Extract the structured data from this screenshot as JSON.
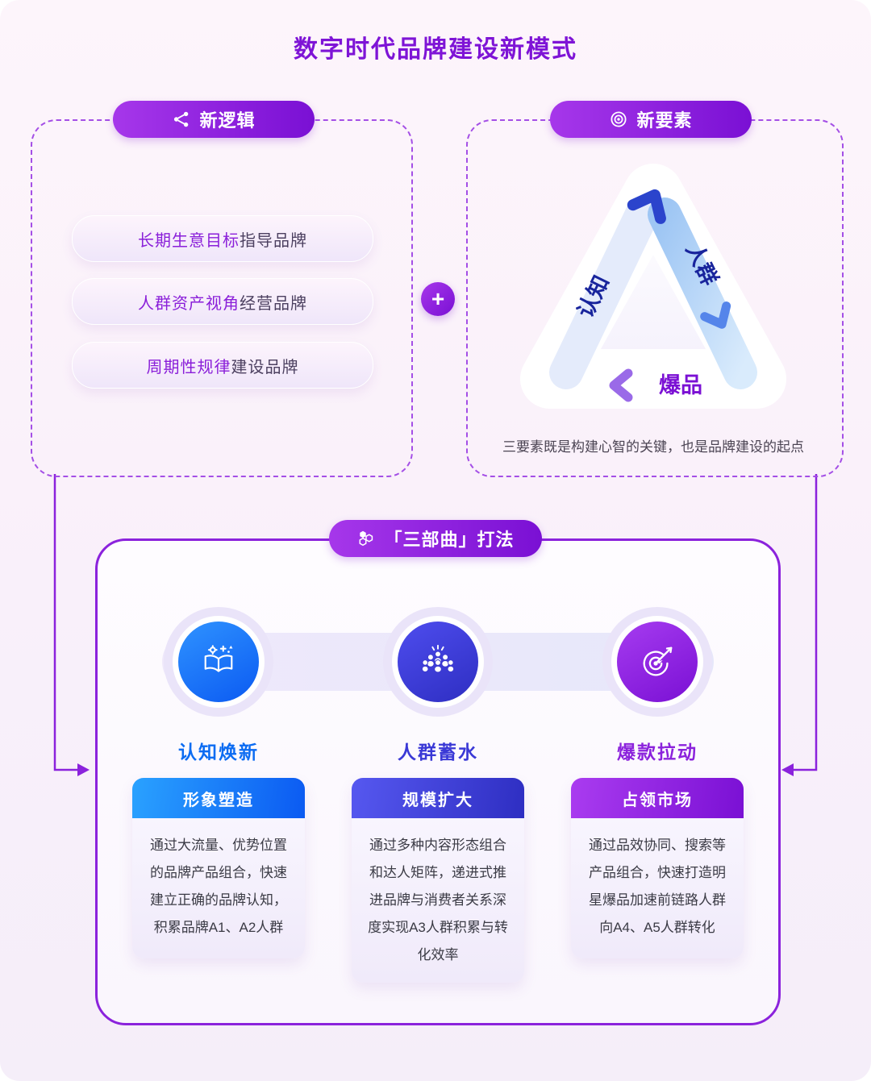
{
  "page": {
    "title": "数字时代品牌建设新模式"
  },
  "new_logic": {
    "header": "新逻辑",
    "items": [
      {
        "highlight": "长期生意目标",
        "rest": "指导品牌"
      },
      {
        "highlight": "人群资产视角",
        "rest": "经营品牌"
      },
      {
        "highlight": "周期性规律",
        "rest": "建设品牌"
      }
    ]
  },
  "plus": {
    "label": "+"
  },
  "new_elements": {
    "header": "新要素",
    "triangle_labels": [
      "认知",
      "人群",
      "爆品"
    ],
    "caption": "三要素既是构建心智的关键，也是品牌建设的起点"
  },
  "trilogy": {
    "header": "「三部曲」打法",
    "steps": [
      {
        "label": "认知焕新",
        "card_title": "形象塑造",
        "card_body": "通过大流量、优势位置的品牌产品组合，快速建立正确的品牌认知，积累品牌A1、A2人群",
        "accent": "#0c6cf2"
      },
      {
        "label": "人群蓄水",
        "card_title": "规模扩大",
        "card_body": "通过多种内容形态组合和达人矩阵，递进式推进品牌与消费者关系深度实现A3人群积累与转化效率",
        "accent": "#3a39d6"
      },
      {
        "label": "爆款拉动",
        "card_title": "占领市场",
        "card_body": "通过品效协同、搜索等产品组合，快速打造明星爆品加速前链路人群向A4、A5人群转化",
        "accent": "#8b22dc"
      }
    ]
  },
  "icons": {
    "new_logic_header": "share-nodes-icon",
    "new_elements_header": "target-icon",
    "trilogy_header": "honeycomb-icon",
    "step_1": "book-sparkle-icon",
    "step_2": "crowd-icon",
    "step_3": "dart-target-icon"
  },
  "colors": {
    "accent_purple": "#8b22dc",
    "step_blue": "#0c6cf2",
    "step_indigo": "#3a39d6",
    "triangle_navy": "#18249c",
    "triangle_light_blue": "#bdd9f8",
    "triangle_lavender": "#cdb9ef",
    "background": "#f9f0fa"
  }
}
